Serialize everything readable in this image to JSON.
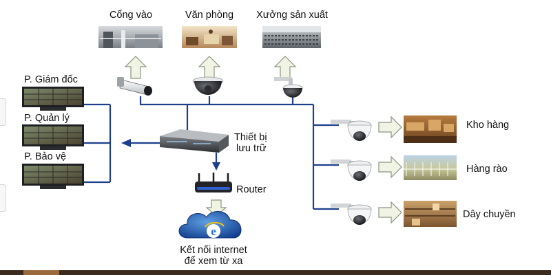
{
  "top_locations": [
    {
      "label": "Cổng vào"
    },
    {
      "label": "Văn phòng"
    },
    {
      "label": "Xưởng sản xuất"
    }
  ],
  "monitors": [
    {
      "label": "P. Giám đốc"
    },
    {
      "label": "P. Quản lý"
    },
    {
      "label": "P. Bảo vệ"
    }
  ],
  "storage": {
    "line1": "Thiết bị",
    "line2": "lưu trữ"
  },
  "router": {
    "label": "Router"
  },
  "internet": {
    "line1": "Kết nối internet",
    "line2": "để xem từ xa"
  },
  "right_locations": [
    {
      "label": "Kho hàng"
    },
    {
      "label": "Hàng rào"
    },
    {
      "label": "Dây chuyền"
    }
  ],
  "colors": {
    "line": "#1c3f8c",
    "arrow_fill": "#f1f4e4",
    "arrow_stroke": "#8a9580"
  }
}
